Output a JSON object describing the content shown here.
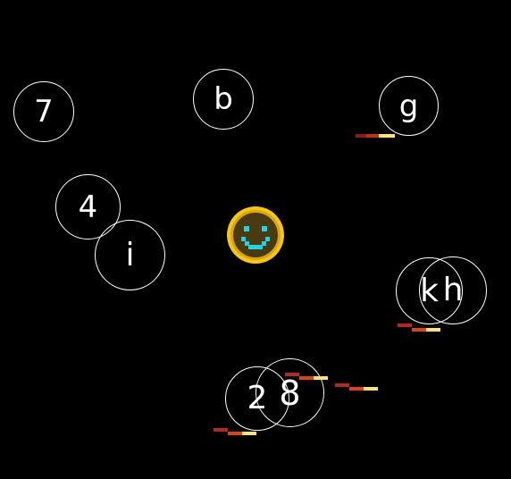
{
  "game": {
    "bubbles": [
      {
        "id": "7",
        "label": "7"
      },
      {
        "id": "b",
        "label": "b"
      },
      {
        "id": "g",
        "label": "g"
      },
      {
        "id": "4",
        "label": "4"
      },
      {
        "id": "i",
        "label": "i"
      },
      {
        "id": "k",
        "label": "k"
      },
      {
        "id": "h",
        "label": "h"
      },
      {
        "id": "2",
        "label": "2"
      },
      {
        "id": "8",
        "label": "8"
      }
    ],
    "player": {
      "icon": "smiley-face-icon"
    },
    "colors": {
      "background": "#000000",
      "bubble_outline": "#ffffff",
      "player_rim": "#f5c518",
      "player_face": "#4a3a12",
      "player_features": "#22d3e6",
      "trail_dark": "#8b1a1a",
      "trail_mid": "#d9431f",
      "trail_bright": "#ffe27a"
    }
  }
}
